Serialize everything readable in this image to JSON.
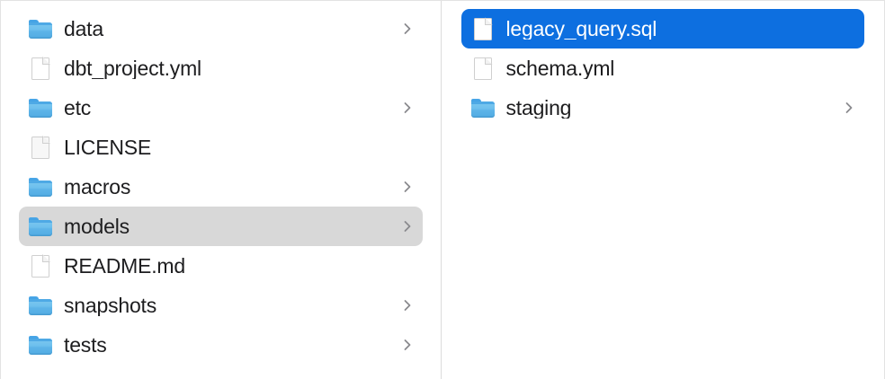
{
  "window": {
    "view_mode": "column",
    "background_color": "#ffffff",
    "divider_color": "#dcdcdc",
    "selection_active_color": "#0d6fe0",
    "selection_inactive_color": "#d8d8d8",
    "text_color": "#1d1d1f",
    "chevron_color": "#8a8a8e"
  },
  "columns": [
    {
      "name": "parent-column",
      "items": [
        {
          "label": "data",
          "kind": "folder",
          "has_chevron": true,
          "selection": "none"
        },
        {
          "label": "dbt_project.yml",
          "kind": "document",
          "has_chevron": false,
          "selection": "none"
        },
        {
          "label": "etc",
          "kind": "folder",
          "has_chevron": true,
          "selection": "none"
        },
        {
          "label": "LICENSE",
          "kind": "document",
          "has_chevron": false,
          "selection": "none"
        },
        {
          "label": "macros",
          "kind": "folder",
          "has_chevron": true,
          "selection": "none"
        },
        {
          "label": "models",
          "kind": "folder",
          "has_chevron": true,
          "selection": "inactive"
        },
        {
          "label": "README.md",
          "kind": "document",
          "has_chevron": false,
          "selection": "none"
        },
        {
          "label": "snapshots",
          "kind": "folder",
          "has_chevron": true,
          "selection": "none"
        },
        {
          "label": "tests",
          "kind": "folder",
          "has_chevron": true,
          "selection": "none"
        }
      ]
    },
    {
      "name": "child-column",
      "items": [
        {
          "label": "legacy_query.sql",
          "kind": "document",
          "has_chevron": false,
          "selection": "active"
        },
        {
          "label": "schema.yml",
          "kind": "document",
          "has_chevron": false,
          "selection": "none"
        },
        {
          "label": "staging",
          "kind": "folder",
          "has_chevron": true,
          "selection": "none"
        }
      ]
    }
  ]
}
